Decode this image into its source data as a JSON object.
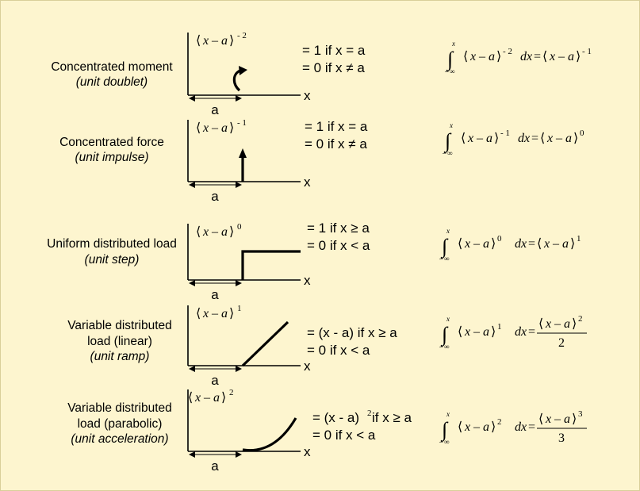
{
  "rows": [
    {
      "name": "Concentrated moment",
      "sub": "(unit doublet)",
      "exponent": "- 2",
      "cond1": "= 1 if x = a",
      "cond2": "= 0 if x ≠ a",
      "result_exp": "- 1",
      "graph": "doublet"
    },
    {
      "name": "Concentrated force",
      "sub": "(unit impulse)",
      "exponent": "- 1",
      "cond1": "= 1 if x = a",
      "cond2": "= 0 if x ≠ a",
      "result_exp": "0",
      "graph": "impulse"
    },
    {
      "name": "Uniform distributed load",
      "sub": "(unit step)",
      "exponent": "0",
      "cond1": "= 1 if x ≥ a",
      "cond2": "= 0 if x < a",
      "result_exp": "1",
      "graph": "step"
    },
    {
      "name": "Variable distributed",
      "name2": "load (linear)",
      "sub": "(unit ramp)",
      "exponent": "1",
      "cond1": "= (x - a) if x ≥ a",
      "cond2": "= 0 if x < a",
      "result_exp": "2",
      "result_den": "2",
      "graph": "ramp"
    },
    {
      "name": "Variable distributed",
      "name2": "load (parabolic)",
      "sub": "(unit acceleration)",
      "exponent": "2",
      "cond1_pre": "= (x - a)",
      "cond1_sup": "2",
      "cond1_post": " if x ≥ a",
      "cond2": "= 0 if x < a",
      "result_exp": "3",
      "result_den": "3",
      "graph": "parabola"
    }
  ],
  "axis": {
    "x": "x",
    "a": "a"
  },
  "math": {
    "bracket_open": "⟨",
    "bracket_close": "⟩",
    "x": "x",
    "minus": "–",
    "a": "a",
    "integral": "∫",
    "upper": "x",
    "lower_sign": "–",
    "lower_inf": "∞",
    "dx": "dx",
    "equals": "="
  }
}
